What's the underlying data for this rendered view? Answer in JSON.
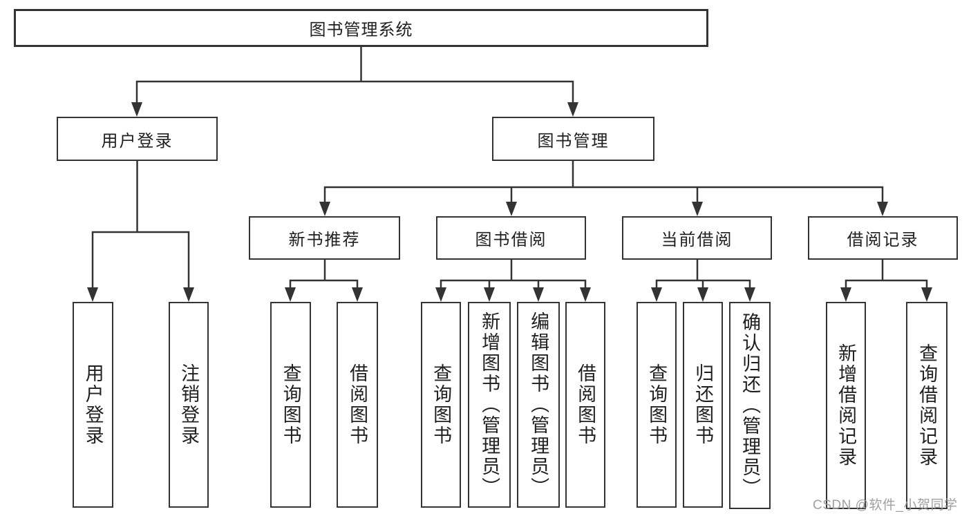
{
  "diagram": {
    "root": {
      "label": "图书管理系统"
    },
    "branches": [
      {
        "label": "用户登录",
        "children": [
          {
            "label": "用户登录"
          },
          {
            "label": "注销登录"
          }
        ]
      },
      {
        "label": "图书管理",
        "sections": [
          {
            "label": "新书推荐",
            "children": [
              {
                "label": "查询图书"
              },
              {
                "label": "借阅图书"
              }
            ]
          },
          {
            "label": "图书借阅",
            "children": [
              {
                "label": "查询图书"
              },
              {
                "label": "新增图书（管理员）"
              },
              {
                "label": "编辑图书（管理员）"
              },
              {
                "label": "借阅图书"
              }
            ]
          },
          {
            "label": "当前借阅",
            "children": [
              {
                "label": "查询图书"
              },
              {
                "label": "归还图书"
              },
              {
                "label": "确认归还（管理员）"
              }
            ]
          },
          {
            "label": "借阅记录",
            "children": [
              {
                "label": "新增借阅记录"
              },
              {
                "label": "查询借阅记录"
              }
            ]
          }
        ]
      }
    ]
  },
  "watermark": {
    "text": "CSDN @软件_小贺同学"
  },
  "colors": {
    "line": "#333333",
    "box_border": "#333333",
    "text": "#1f1f1f",
    "watermark": "#9b9b9e",
    "background": "#ffffff"
  }
}
